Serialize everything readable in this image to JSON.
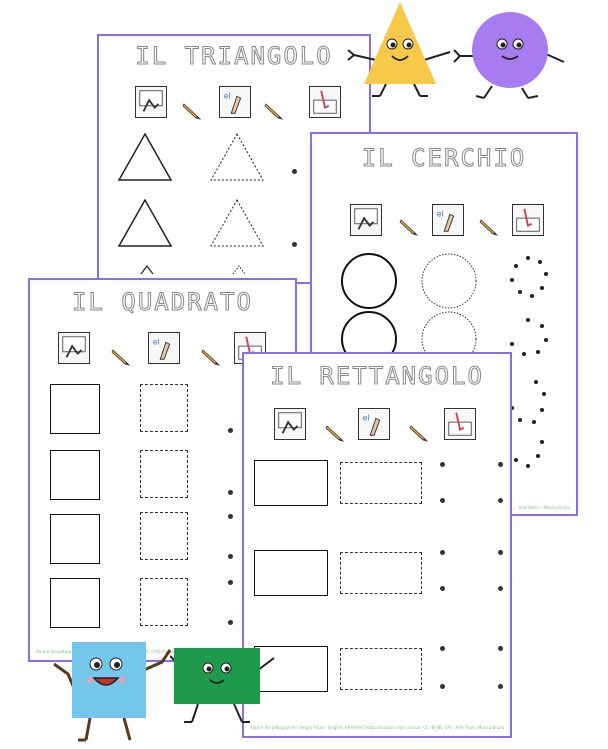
{
  "sheets": {
    "triangolo": {
      "title": "IL TRIANGOLO"
    },
    "cerchio": {
      "title": "IL CERCHIO",
      "footer": "Arte Rostri · Marica Bruno"
    },
    "quadrato": {
      "title": "IL QUADRATO",
      "footer": "Autore dei pittogrammi: Sergio Palao · Origine: ARASAAC (http://arasaac.org) Licenza: CC (BY-NC-SA) Proprietà: Governo di Aragona · Arte Rostri Marica Bruno"
    },
    "rettangolo": {
      "title": "IL RETTANGOLO",
      "footer": "Autore dei pittogrammi: Sergio Palao · Origine: ARASAAC (http://arasaac.org) Licenza: CC (BY-NC-SA) · Arte Rostri Marica Bruno"
    }
  },
  "icons": [
    "coloring-icon",
    "writing-icon",
    "tracing-icon"
  ],
  "colors": {
    "sheet_border": "#8a6de9",
    "triangle_char": "#f7c948",
    "circle_char": "#a77cf0",
    "square_char": "#74c7ea",
    "rect_char": "#1f9a4d",
    "footer_text": "#7bc47b"
  }
}
